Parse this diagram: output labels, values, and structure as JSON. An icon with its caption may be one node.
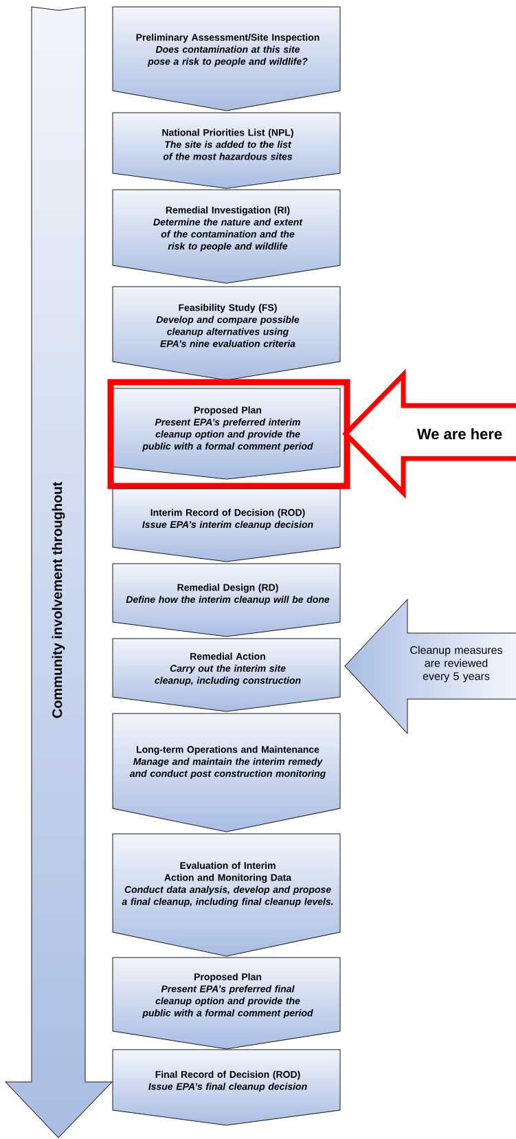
{
  "diagram": {
    "nodes": [
      {
        "text": [
          "Preliminary Assessment/Site Inspection",
          "Does contamination at this site pose a risk to people and wildlife?"
        ]
      },
      {
        "text": [
          "National Priorities List (NPL)",
          "The site is added to the list of the most hazardous sites"
        ]
      },
      {
        "text": [
          "Remedial Investigation (RI)",
          "Determine the nature and extent of the contamination and the risk to people and wildlife"
        ]
      },
      {
        "text": [
          "Feasibility Study (FS)",
          "Develop and compare possible cleanup alternatives using EPA’s nine evaluation criteria"
        ]
      },
      {
        "text": [
          "Proposed Plan",
          "Present EPA’s preferred interim cleanup option and provide the public with a formal comment period"
        ]
      },
      {
        "text": [
          "Interim Record of Decision (ROD)",
          "Issue EPA’s interim cleanup decision"
        ]
      },
      {
        "text": [
          "Remedial Design (RD)",
          "Define how the interim cleanup will be done"
        ]
      },
      {
        "text": [
          "Remedial Action",
          "Carry out the interim site cleanup, including construction"
        ]
      },
      {
        "text": [
          "Long-term Operations and Maintenance",
          "Manage and maintain the interim remedy and conduct post construction monitoring"
        ]
      },
      {
        "text": [
          "Evaluation of Interim Action and Monitoring Data",
          "Conduct data analysis, develop and propose a final cleanup, including final cleanup levels."
        ]
      },
      {
        "text": [
          "Proposed Plan",
          "Present EPA’s preferred final cleanup option and provide the public with a formal comment period"
        ]
      },
      {
        "text": [
          "Final Record of Decision (ROD)",
          "Issue EPA’s final cleanup decision"
        ]
      },
      {
        "text": [
          "Community involvement throughout"
        ]
      },
      {
        "text": [
          "We are here"
        ]
      },
      {
        "text": [
          "Cleanup measures are reviewed every 5 years"
        ]
      }
    ]
  }
}
